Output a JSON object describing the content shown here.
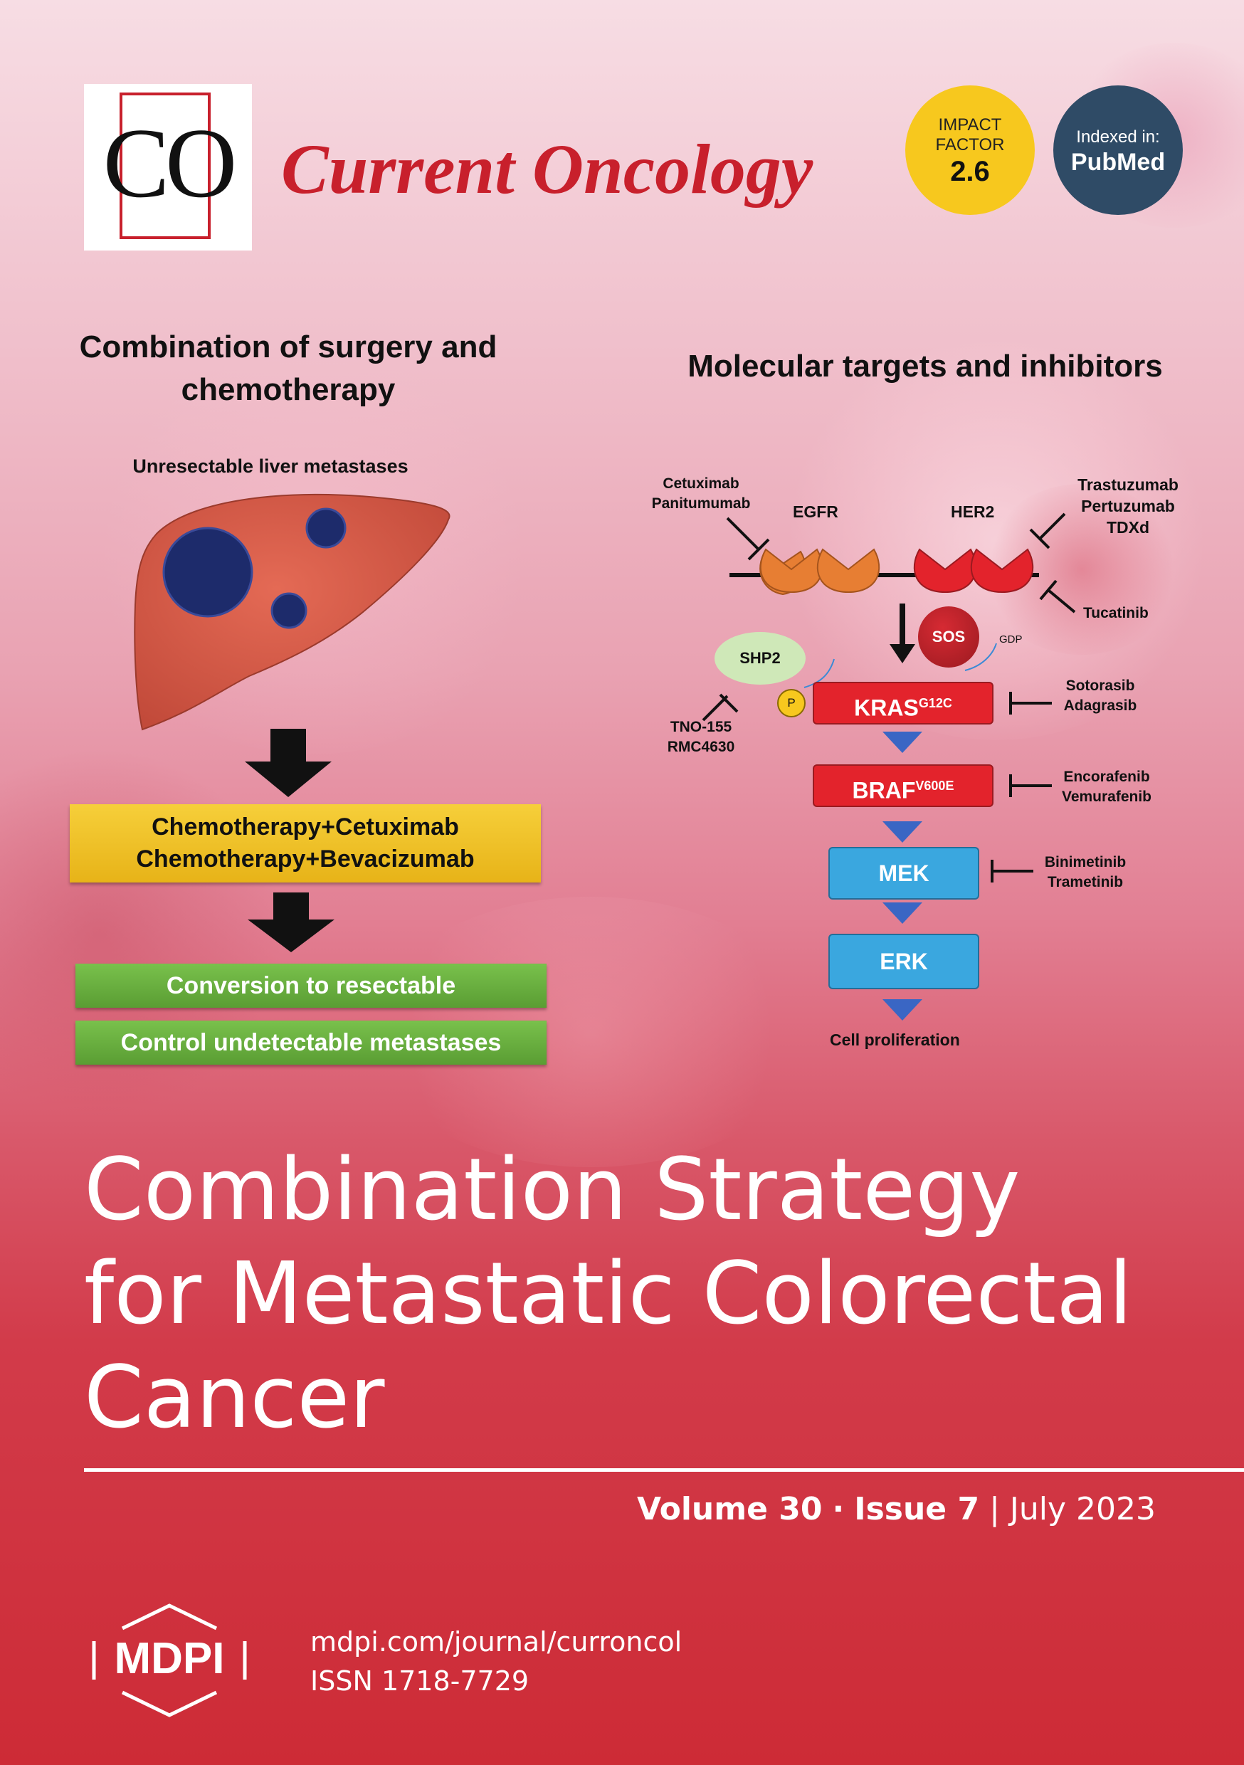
{
  "masthead": {
    "logo_letters": "CO",
    "journal_name": "Current Oncology",
    "impact_line1": "IMPACT",
    "impact_line2": "FACTOR",
    "impact_value": "2.6",
    "indexed_label": "Indexed in:",
    "indexed_db": "PubMed"
  },
  "left_panel": {
    "heading_line1": "Combination of surgery and",
    "heading_line2": "chemotherapy",
    "liver_label": "Unresectable liver metastases",
    "chemo_line1": "Chemotherapy+Cetuximab",
    "chemo_line2": "Chemotherapy+Bevacizumab",
    "outcome1": "Conversion to resectable",
    "outcome2": "Control undetectable metastases"
  },
  "right_panel": {
    "heading": "Molecular targets and inhibitors",
    "egfr_inhibitors": [
      "Cetuximab",
      "Panitumumab"
    ],
    "egfr": "EGFR",
    "her2": "HER2",
    "her2_inhibitors": [
      "Trastuzumab",
      "Pertuzumab",
      "TDXd"
    ],
    "tucatinib": "Tucatinib",
    "sos": "SOS",
    "gdp": "GDP",
    "shp2": "SHP2",
    "shp2_inhibitors": [
      "TNO-155",
      "RMC4630"
    ],
    "p": "P",
    "kras": "KRAS",
    "kras_sup": "G12C",
    "kras_inhibitors": [
      "Sotorasib",
      "Adagrasib"
    ],
    "braf": "BRAF",
    "braf_sup": "V600E",
    "braf_inhibitors": [
      "Encorafenib",
      "Vemurafenib"
    ],
    "mek": "MEK",
    "mek_inhibitors": [
      "Binimetinib",
      "Trametinib"
    ],
    "erk": "ERK",
    "outcome": "Cell proliferation"
  },
  "cover_title": {
    "line1": "Combination Strategy",
    "line2": "for Metastatic Colorectal",
    "line3": "Cancer"
  },
  "issue": {
    "volume": "Volume 30",
    "sep": "·",
    "issue": "Issue 7",
    "bar": "|",
    "date": "July 2023"
  },
  "footer": {
    "publisher": "MDPI",
    "url": "mdpi.com/journal/curroncol",
    "issn": "ISSN 1718-7729"
  },
  "colors": {
    "brand_red": "#c8202c",
    "impact_yellow": "#f7c81e",
    "pubmed_navy": "#2f4b66"
  }
}
